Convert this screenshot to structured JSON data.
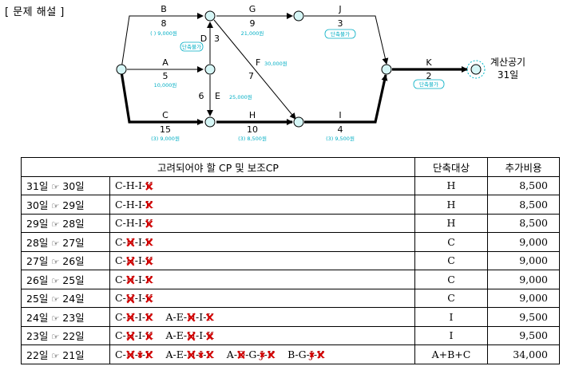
{
  "section_title": "[ 문제 해설 ]",
  "network": {
    "activities": [
      {
        "name": "B",
        "duration": "8",
        "note": "(  ) 9,000원"
      },
      {
        "name": "G",
        "duration": "9",
        "note": "21,000원"
      },
      {
        "name": "J",
        "duration": "3",
        "note": "단축불가"
      },
      {
        "name": "D",
        "duration": "3",
        "note": "단축불가"
      },
      {
        "name": "A",
        "duration": "5",
        "note": "10,000원"
      },
      {
        "name": "F",
        "duration": "7",
        "note": "30,000원"
      },
      {
        "name": "E",
        "duration": "6",
        "note": "25,000원"
      },
      {
        "name": "K",
        "duration": "2",
        "note": "단축불가"
      },
      {
        "name": "C",
        "duration": "15",
        "note": "(3) 9,000원"
      },
      {
        "name": "H",
        "duration": "10",
        "note": "(3) 8,500원"
      },
      {
        "name": "I",
        "duration": "4",
        "note": "(3) 9,500원"
      }
    ],
    "project_label_1": "계산공기",
    "project_label_2": "31일"
  },
  "table": {
    "headers": [
      "고려되어야 할 CP 및 보조CP",
      "단축대상",
      "추가비용"
    ],
    "rows": [
      {
        "from": "31일",
        "to": "30일",
        "paths": [
          [
            {
              "t": "C"
            },
            {
              "t": "-"
            },
            {
              "t": "H"
            },
            {
              "t": "-"
            },
            {
              "t": "I"
            },
            {
              "t": "-"
            },
            {
              "t": "K",
              "x": true
            }
          ]
        ],
        "target": "H",
        "cost": "8,500"
      },
      {
        "from": "30일",
        "to": "29일",
        "paths": [
          [
            {
              "t": "C"
            },
            {
              "t": "-"
            },
            {
              "t": "H"
            },
            {
              "t": "-"
            },
            {
              "t": "I"
            },
            {
              "t": "-"
            },
            {
              "t": "K",
              "x": true
            }
          ]
        ],
        "target": "H",
        "cost": "8,500"
      },
      {
        "from": "29일",
        "to": "28일",
        "paths": [
          [
            {
              "t": "C"
            },
            {
              "t": "-"
            },
            {
              "t": "H"
            },
            {
              "t": "-"
            },
            {
              "t": "I"
            },
            {
              "t": "-"
            },
            {
              "t": "K",
              "x": true
            }
          ]
        ],
        "target": "H",
        "cost": "8,500"
      },
      {
        "from": "28일",
        "to": "27일",
        "paths": [
          [
            {
              "t": "C"
            },
            {
              "t": "-"
            },
            {
              "t": "H",
              "x": true
            },
            {
              "t": "-"
            },
            {
              "t": "I"
            },
            {
              "t": "-"
            },
            {
              "t": "K",
              "x": true
            }
          ]
        ],
        "target": "C",
        "cost": "9,000"
      },
      {
        "from": "27일",
        "to": "26일",
        "paths": [
          [
            {
              "t": "C"
            },
            {
              "t": "-"
            },
            {
              "t": "H",
              "x": true
            },
            {
              "t": "-"
            },
            {
              "t": "I"
            },
            {
              "t": "-"
            },
            {
              "t": "K",
              "x": true
            }
          ]
        ],
        "target": "C",
        "cost": "9,000"
      },
      {
        "from": "26일",
        "to": "25일",
        "paths": [
          [
            {
              "t": "C"
            },
            {
              "t": "-"
            },
            {
              "t": "H",
              "x": true
            },
            {
              "t": "-"
            },
            {
              "t": "I"
            },
            {
              "t": "-"
            },
            {
              "t": "K",
              "x": true
            }
          ]
        ],
        "target": "C",
        "cost": "9,000"
      },
      {
        "from": "25일",
        "to": "24일",
        "paths": [
          [
            {
              "t": "C"
            },
            {
              "t": "-"
            },
            {
              "t": "H",
              "x": true
            },
            {
              "t": "-"
            },
            {
              "t": "I"
            },
            {
              "t": "-"
            },
            {
              "t": "K",
              "x": true
            }
          ]
        ],
        "target": "C",
        "cost": "9,000"
      },
      {
        "from": "24일",
        "to": "23일",
        "paths": [
          [
            {
              "t": "C"
            },
            {
              "t": "-"
            },
            {
              "t": "H",
              "x": true
            },
            {
              "t": "-"
            },
            {
              "t": "I"
            },
            {
              "t": "-"
            },
            {
              "t": "K",
              "x": true
            }
          ],
          [
            {
              "t": "A"
            },
            {
              "t": "-"
            },
            {
              "t": "E"
            },
            {
              "t": "-"
            },
            {
              "t": "H",
              "x": true
            },
            {
              "t": "-"
            },
            {
              "t": "I"
            },
            {
              "t": "-"
            },
            {
              "t": "K",
              "x": true
            }
          ]
        ],
        "target": "I",
        "cost": "9,500"
      },
      {
        "from": "23일",
        "to": "22일",
        "paths": [
          [
            {
              "t": "C"
            },
            {
              "t": "-"
            },
            {
              "t": "H",
              "x": true
            },
            {
              "t": "-"
            },
            {
              "t": "I"
            },
            {
              "t": "-"
            },
            {
              "t": "K",
              "x": true
            }
          ],
          [
            {
              "t": "A"
            },
            {
              "t": "-"
            },
            {
              "t": "E"
            },
            {
              "t": "-"
            },
            {
              "t": "H",
              "x": true
            },
            {
              "t": "-"
            },
            {
              "t": "I"
            },
            {
              "t": "-"
            },
            {
              "t": "K",
              "x": true
            }
          ]
        ],
        "target": "I",
        "cost": "9,500"
      },
      {
        "from": "22일",
        "to": "21일",
        "paths": [
          [
            {
              "t": "C"
            },
            {
              "t": "-"
            },
            {
              "t": "H",
              "x": true
            },
            {
              "t": "-"
            },
            {
              "t": "I",
              "x": true
            },
            {
              "t": "-"
            },
            {
              "t": "K",
              "x": true
            }
          ],
          [
            {
              "t": "A"
            },
            {
              "t": "-"
            },
            {
              "t": "E"
            },
            {
              "t": "-"
            },
            {
              "t": "H",
              "x": true
            },
            {
              "t": "-"
            },
            {
              "t": "I",
              "x": true
            },
            {
              "t": "-"
            },
            {
              "t": "K",
              "x": true
            }
          ],
          [
            {
              "t": "A"
            },
            {
              "t": "-"
            },
            {
              "t": "D",
              "x": true
            },
            {
              "t": "-"
            },
            {
              "t": "G"
            },
            {
              "t": "-"
            },
            {
              "t": "J",
              "x": true
            },
            {
              "t": "-"
            },
            {
              "t": "K",
              "x": true
            }
          ],
          [
            {
              "t": "B"
            },
            {
              "t": "-"
            },
            {
              "t": "G"
            },
            {
              "t": "-"
            },
            {
              "t": "J",
              "x": true
            },
            {
              "t": "-"
            },
            {
              "t": "K",
              "x": true
            }
          ]
        ],
        "target": "A+B+C",
        "cost": "34,000"
      }
    ]
  }
}
